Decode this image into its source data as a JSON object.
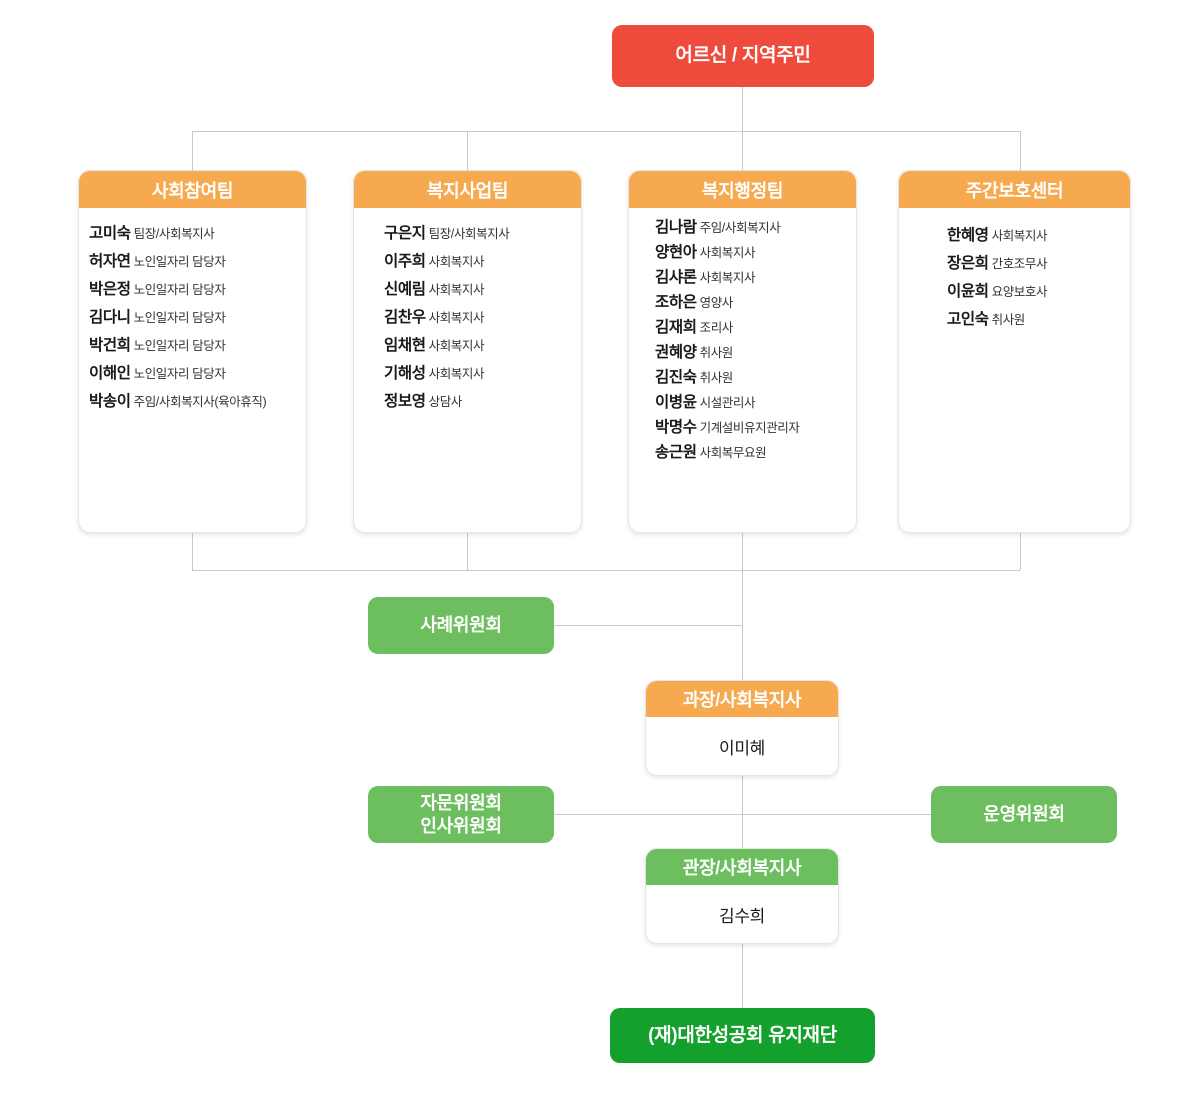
{
  "colors": {
    "red": "#ef4b3c",
    "orange": "#f6a94f",
    "green": "#6cbe5f",
    "dark_green": "#13a02c",
    "line": "#c9c9c9",
    "card_bg": "#ffffff"
  },
  "top_node": {
    "label": "어르신 / 지역주민"
  },
  "teams": [
    {
      "title": "사회참여팀",
      "members": [
        {
          "name": "고미숙",
          "role": "팀장/사회복지사"
        },
        {
          "name": "허자연",
          "role": "노인일자리 담당자"
        },
        {
          "name": "박은정",
          "role": "노인일자리 담당자"
        },
        {
          "name": "김다니",
          "role": "노인일자리 담당자"
        },
        {
          "name": "박건희",
          "role": "노인일자리 담당자"
        },
        {
          "name": "이해인",
          "role": "노인일자리 담당자"
        },
        {
          "name": "박송이",
          "role": "주임/사회복지사(육아휴직)"
        }
      ]
    },
    {
      "title": "복지사업팀",
      "members": [
        {
          "name": "구은지",
          "role": "팀장/사회복지사"
        },
        {
          "name": "이주희",
          "role": "사회복지사"
        },
        {
          "name": "신예림",
          "role": "사회복지사"
        },
        {
          "name": "김찬우",
          "role": "사회복지사"
        },
        {
          "name": "임채현",
          "role": "사회복지사"
        },
        {
          "name": "기해성",
          "role": "사회복지사"
        },
        {
          "name": "정보영",
          "role": "상담사"
        }
      ]
    },
    {
      "title": "복지행정팀",
      "members": [
        {
          "name": "김나람",
          "role": "주임/사회복지사"
        },
        {
          "name": "양현아",
          "role": "사회복지사"
        },
        {
          "name": "김샤론",
          "role": "사회복지사"
        },
        {
          "name": "조하은",
          "role": "영양사"
        },
        {
          "name": "김재희",
          "role": "조리사"
        },
        {
          "name": "권혜양",
          "role": "취사원"
        },
        {
          "name": "김진숙",
          "role": "취사원"
        },
        {
          "name": "이병윤",
          "role": "시설관리사"
        },
        {
          "name": "박명수",
          "role": "기계설비유지관리자"
        },
        {
          "name": "송근원",
          "role": "사회복무요원"
        }
      ]
    },
    {
      "title": "주간보호센터",
      "members": [
        {
          "name": "한혜영",
          "role": "사회복지사"
        },
        {
          "name": "장은희",
          "role": "간호조무사"
        },
        {
          "name": "이윤희",
          "role": "요양보호사"
        },
        {
          "name": "고인숙",
          "role": "취사원"
        }
      ]
    }
  ],
  "committees": {
    "case": "사례위원회",
    "advisory_line1": "자문위원회",
    "advisory_line2": "인사위원회",
    "steering": "운영위원회"
  },
  "manager": {
    "title": "과장/사회복지사",
    "name": "이미혜"
  },
  "director": {
    "title": "관장/사회복지사",
    "name": "김수희"
  },
  "foundation": {
    "label": "(재)대한성공회 유지재단"
  }
}
